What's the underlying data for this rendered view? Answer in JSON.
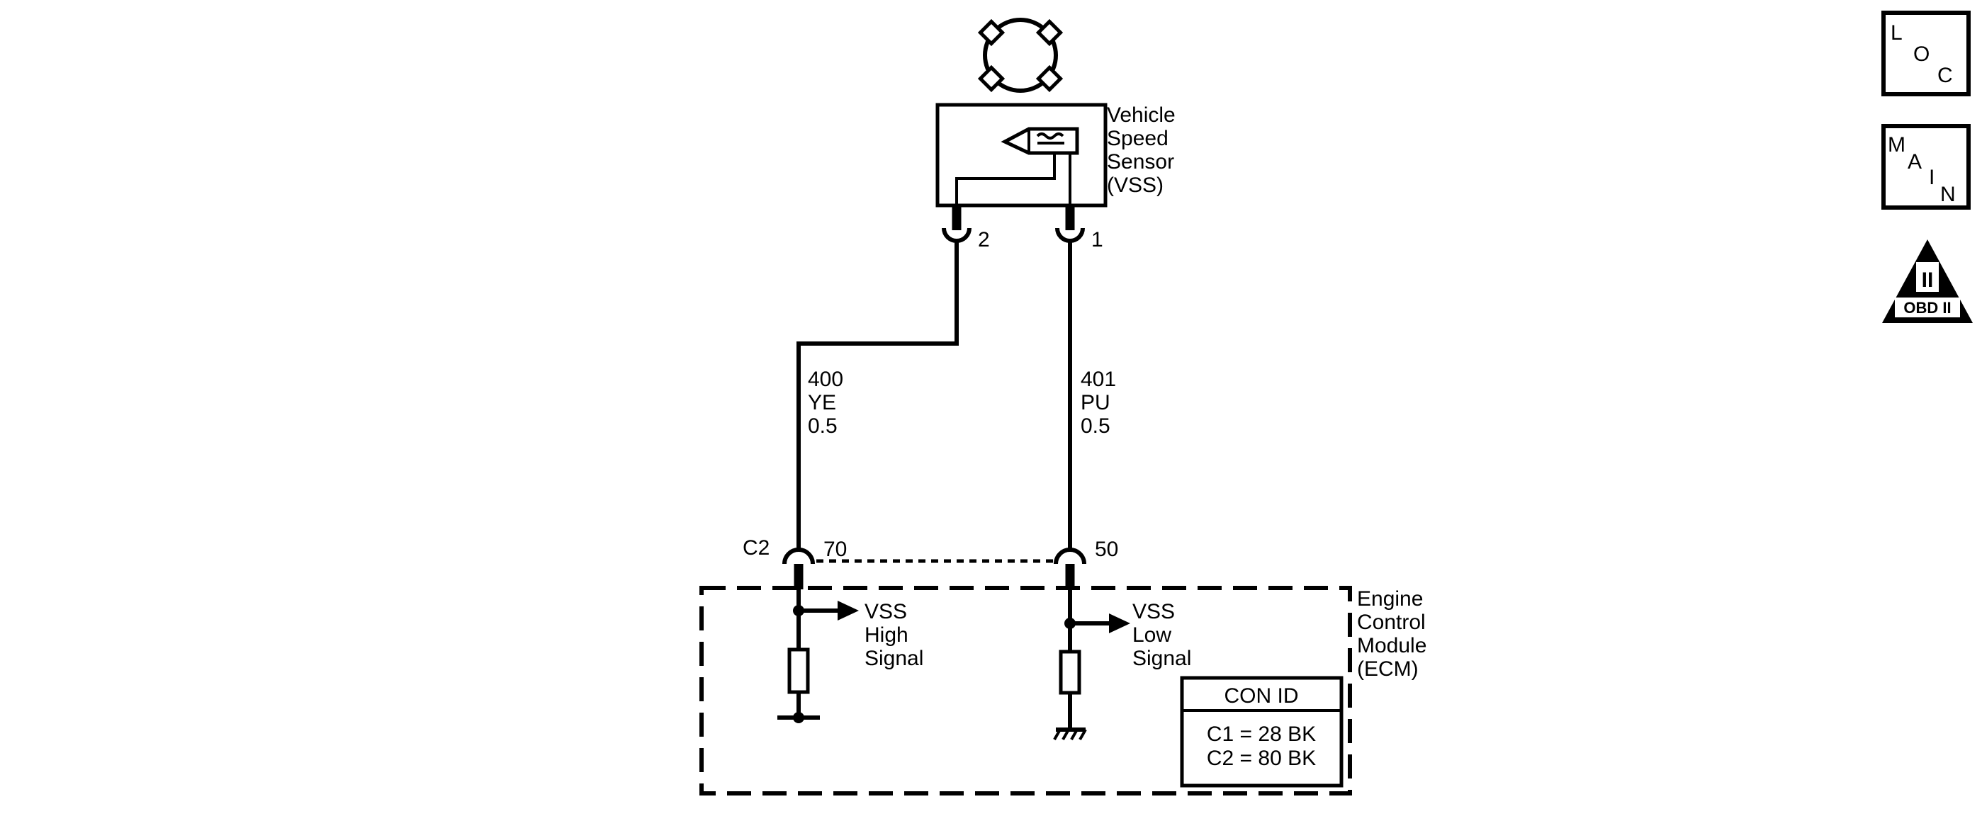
{
  "sensor": {
    "name_lines": [
      "Vehicle",
      "Speed",
      "Sensor",
      "(VSS)"
    ]
  },
  "sensor_pins": {
    "left": "2",
    "right": "1"
  },
  "wires": {
    "left": {
      "circuit": "400",
      "color": "YE",
      "size": "0.5"
    },
    "right": {
      "circuit": "401",
      "color": "PU",
      "size": "0.5"
    }
  },
  "ecm_connector": {
    "name": "C2",
    "left_pin": "70",
    "right_pin": "50"
  },
  "ecm": {
    "name_lines": [
      "Engine",
      "Control",
      "Module",
      "(ECM)"
    ],
    "high_signal_lines": [
      "VSS",
      "High",
      "Signal"
    ],
    "low_signal_lines": [
      "VSS",
      "Low",
      "Signal"
    ]
  },
  "con_id": {
    "title": "CON ID",
    "lines": [
      "C1 = 28 BK",
      "C2 = 80 BK"
    ]
  },
  "side_icons": {
    "loc": {
      "letters": [
        "L",
        "O",
        "C"
      ]
    },
    "main": {
      "letters": [
        "M",
        "A",
        "I",
        "N"
      ]
    },
    "obd": {
      "roman": "II",
      "label": "OBD II"
    }
  }
}
